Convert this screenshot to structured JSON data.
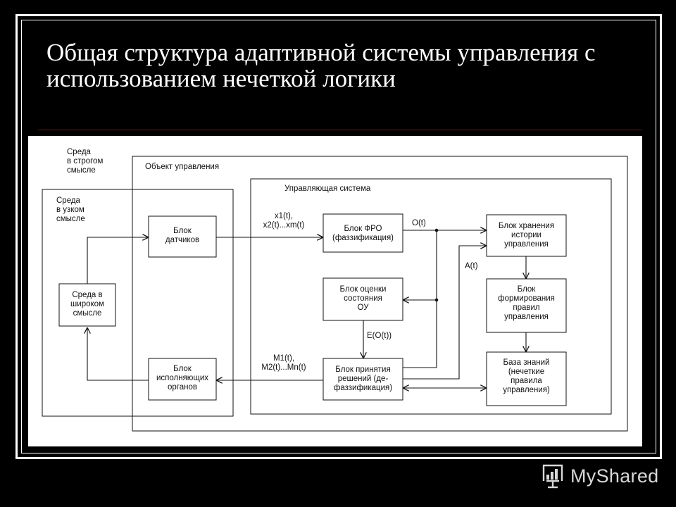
{
  "title": "Общая структура адаптивной системы управления с использованием нечеткой логики",
  "diagram": {
    "regions": {
      "env_strict": "Среда\nв строгом\nсмысле",
      "control_object": "Объект управления",
      "env_narrow": "Среда\nв узком\nсмысле",
      "control_system": "Управляющая система"
    },
    "blocks": {
      "sensors": "Блок\nдатчиков",
      "env_broad": "Среда в\nшироком\nсмысле",
      "actuators": "Блок\nисполняющих\nорганов",
      "fuzzify": "Блок ФРО\n(фаззификация)",
      "state_eval": "Блок оценки\nсостояния\nОУ",
      "decision": "Блок принятия\nрешений (де-\nфаззификация)",
      "history": "Блок хранения\nистории\nуправления",
      "rule_form": "Блок\nформирования\nправил\nуправления",
      "knowledge": "База знаний\n(нечеткие\nправила\nуправления)"
    },
    "signals": {
      "x": "x1(t),\nx2(t)...xm(t)",
      "o": "O(t)",
      "a": "A(t)",
      "e": "E(O(t))",
      "m": "M1(t),\nM2(t)...Mn(t)"
    }
  },
  "watermark": {
    "icon": "presentation-board-icon",
    "text": "MyShared"
  }
}
